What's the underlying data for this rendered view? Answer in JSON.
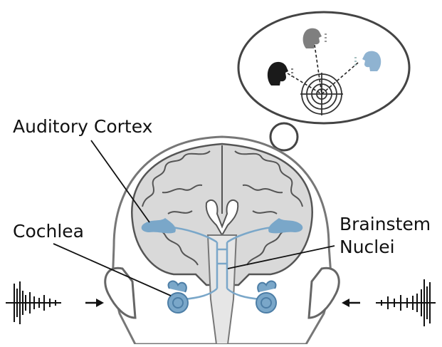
{
  "labels": {
    "auditory_cortex": "Auditory Cortex",
    "cochlea": "Cochlea",
    "brainstem_line1": "Brainstem",
    "brainstem_line2": "Nuclei"
  },
  "colors": {
    "accent_blue": "#7aa7c9",
    "head_gray": "#d9d9d9",
    "outline": "#555555",
    "listener_dark": "#1a1a1a",
    "speaker_gray": "#7f7f7f",
    "speaker_blue": "#8fb3d1"
  },
  "icons": {
    "left_waveform": "sound-waveform-icon",
    "right_waveform": "sound-waveform-icon",
    "thought_cloud": "thought-cloud-icon",
    "target": "target-icon"
  }
}
